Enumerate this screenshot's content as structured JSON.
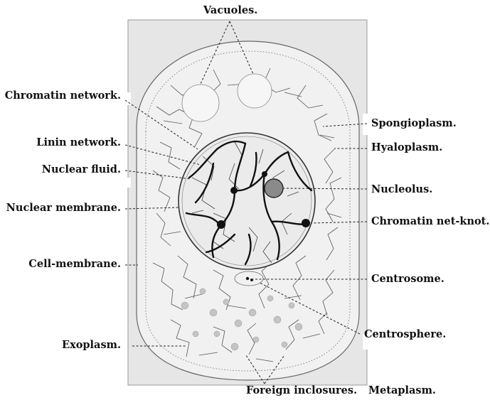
{
  "labels": {
    "vacuoles": "Vacuoles.",
    "chromatin_network": "Chromatin network.",
    "linin_network": "Linin network.",
    "nuclear_fluid": "Nuclear fluid.",
    "nuclear_membrane": "Nuclear membrane.",
    "cell_membrane": "Cell-membrane.",
    "exoplasm": "Exoplasm.",
    "spongioplasm": "Spongioplasm.",
    "hyaloplasm": "Hyaloplasm.",
    "nucleolus": "Nucleolus.",
    "chromatin_net_knot": "Chromatin net-knot.",
    "centrosome": "Centrosome.",
    "centrosphere": "Centrosphere.",
    "foreign_inclosures": "Foreign inclosures.",
    "metaplasm": "Metaplasm."
  },
  "colors": {
    "background_panel": "#e6e6e6",
    "cytoplasm": "#f1f1f1",
    "nucleus": "#ebebeb",
    "nucleolus": "#8a8a8a",
    "chromatin": "#111111",
    "inclusions": "#c4c4c4"
  }
}
